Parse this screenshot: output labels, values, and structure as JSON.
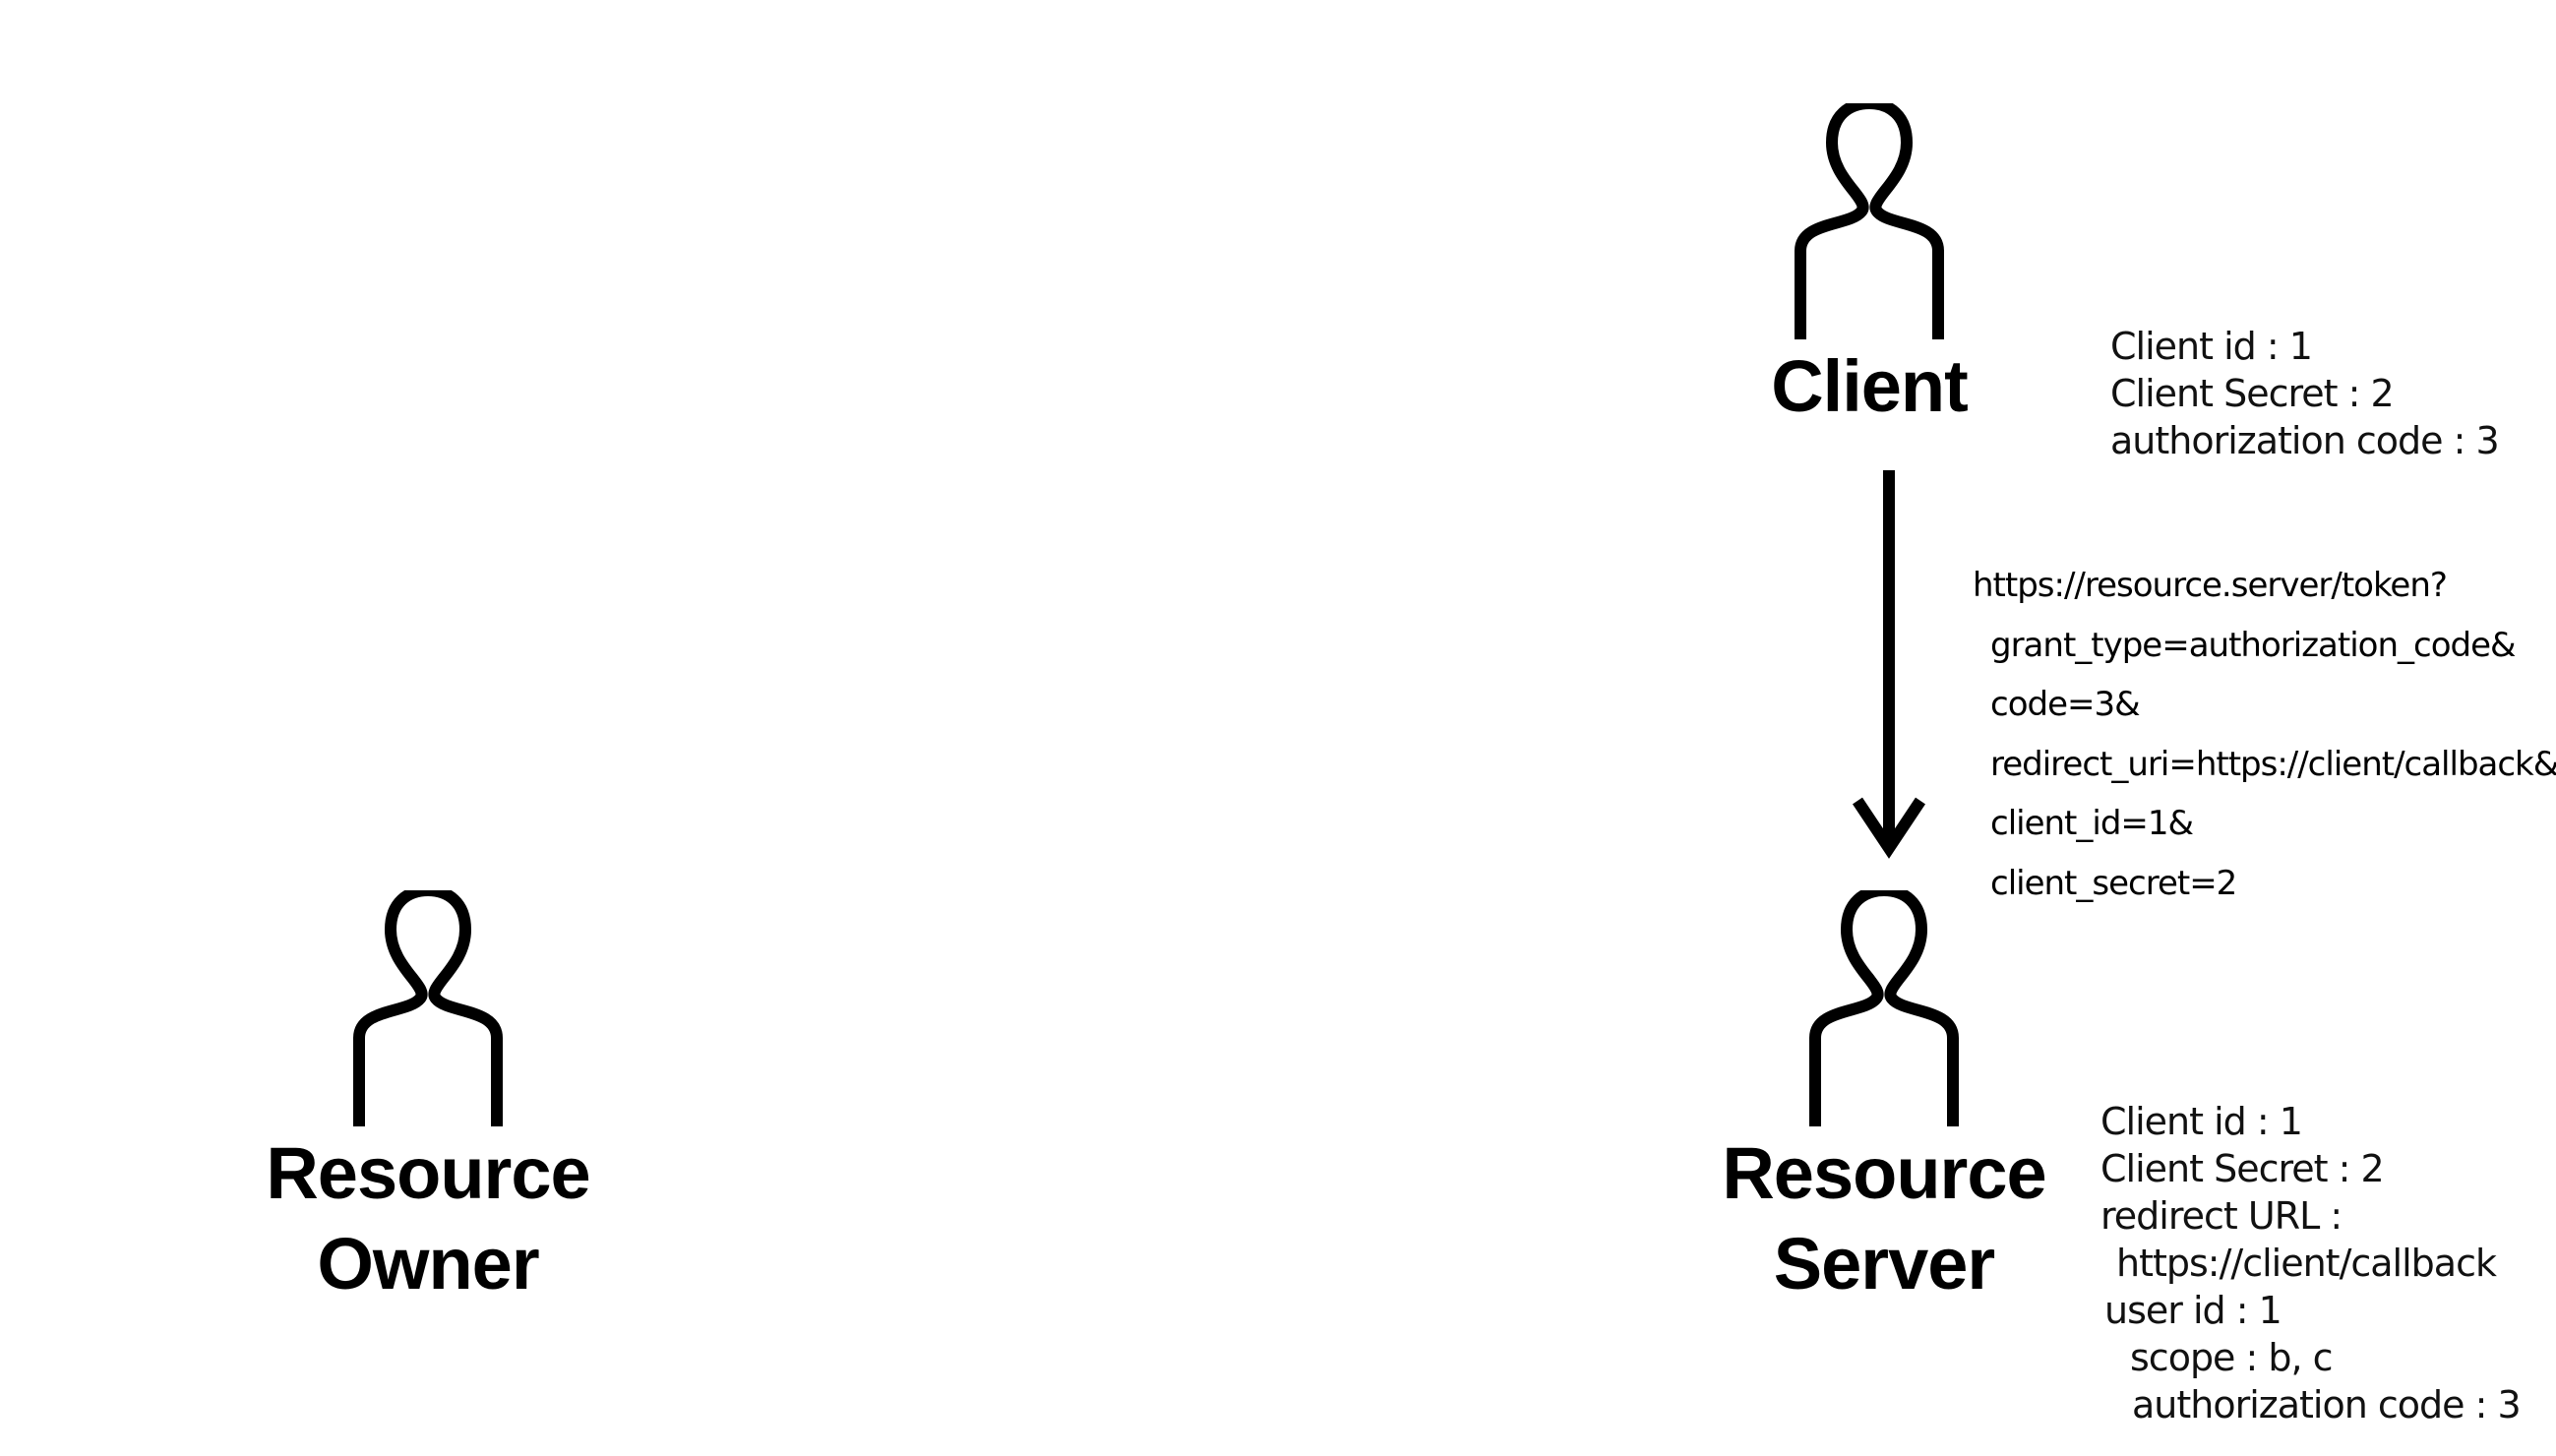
{
  "actors": {
    "client": {
      "label": "Client"
    },
    "resource_server": {
      "label_line1": "Resource",
      "label_line2": "Server"
    },
    "resource_owner": {
      "label_line1": "Resource",
      "label_line2": "Owner"
    }
  },
  "client_info": [
    "Client id : 1",
    "Client Secret : 2",
    "authorization code : 3"
  ],
  "token_request": {
    "url": "https://resource.server/token?",
    "params": [
      "grant_type=authorization_code&",
      "code=3&",
      "redirect_uri=https://client/callback&",
      "client_id=1&",
      "client_secret=2"
    ]
  },
  "server_info": [
    "Client id : 1",
    "Client Secret : 2",
    "redirect URL :",
    "https://client/callback",
    "user id : 1",
    "scope : b, c",
    "authorization code : 3"
  ],
  "icons": {
    "actor": "person-outline-icon",
    "arrow": "arrow-down-icon"
  }
}
